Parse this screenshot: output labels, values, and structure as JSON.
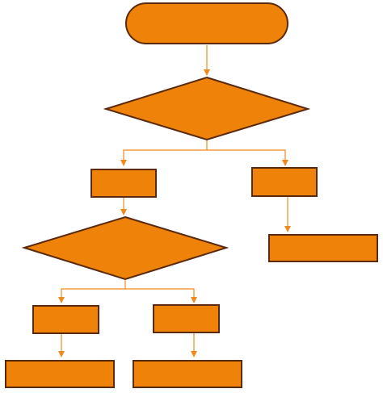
{
  "diagram": {
    "type": "flowchart",
    "colors": {
      "node_fill": "#ef8208",
      "node_stroke": "#5a2a0e",
      "connector": "#f08a1e",
      "background": "#ffffff"
    },
    "nodes": {
      "start": {
        "shape": "terminator",
        "label": ""
      },
      "decision_1": {
        "shape": "decision",
        "label": ""
      },
      "process_left": {
        "shape": "process",
        "label": ""
      },
      "process_right": {
        "shape": "process",
        "label": ""
      },
      "decision_2": {
        "shape": "decision",
        "label": ""
      },
      "output_right": {
        "shape": "process",
        "label": ""
      },
      "process_left_left": {
        "shape": "process",
        "label": ""
      },
      "process_left_right": {
        "shape": "process",
        "label": ""
      },
      "output_left_left": {
        "shape": "process",
        "label": ""
      },
      "output_left_right": {
        "shape": "process",
        "label": ""
      }
    },
    "edges": [
      {
        "from": "start",
        "to": "decision_1"
      },
      {
        "from": "decision_1",
        "to": "process_left"
      },
      {
        "from": "decision_1",
        "to": "process_right"
      },
      {
        "from": "process_left",
        "to": "decision_2"
      },
      {
        "from": "process_right",
        "to": "output_right"
      },
      {
        "from": "decision_2",
        "to": "process_left_left"
      },
      {
        "from": "decision_2",
        "to": "process_left_right"
      },
      {
        "from": "process_left_left",
        "to": "output_left_left"
      },
      {
        "from": "process_left_right",
        "to": "output_left_right"
      }
    ]
  }
}
